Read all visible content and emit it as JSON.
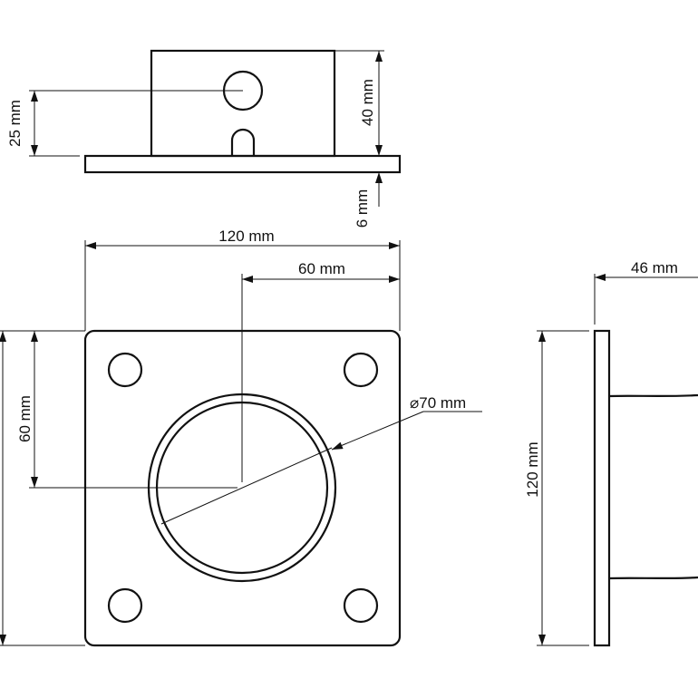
{
  "drawing": {
    "top_view": {
      "dim_hole_height": "25 mm",
      "dim_tube_height": "40 mm",
      "dim_plate_thickness": "6 mm"
    },
    "front_view": {
      "dim_plate_width": "120 mm",
      "dim_center_offset_x": "60 mm",
      "dim_center_offset_y": "60 mm",
      "dim_tube_diameter": "⌀70 mm"
    },
    "side_view": {
      "dim_plate_height": "120 mm",
      "dim_depth": "46 mm"
    },
    "colors": {
      "line": "#111111",
      "background": "#ffffff"
    }
  }
}
